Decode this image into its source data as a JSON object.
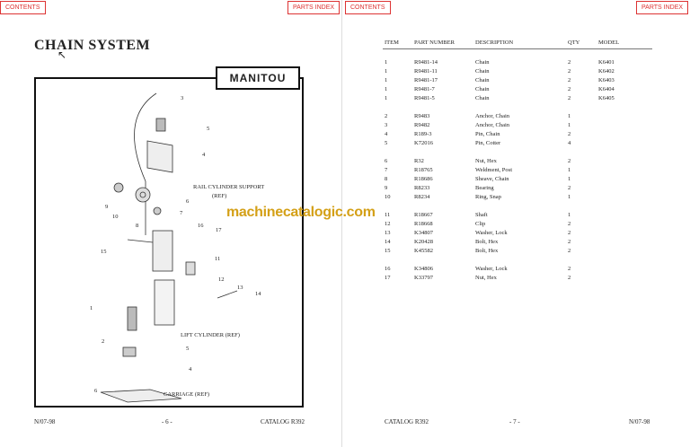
{
  "nav": {
    "contents": "CONTENTS",
    "parts_index": "PARTS INDEX"
  },
  "left_page": {
    "title": "CHAIN SYSTEM",
    "logo": "MANITOU",
    "footer": {
      "date": "N/07-98",
      "page": "- 6 -",
      "catalog": "CATALOG R392"
    }
  },
  "right_page": {
    "footer": {
      "catalog": "CATALOG R392",
      "page": "- 7 -",
      "date": "N/07-98"
    }
  },
  "diagram": {
    "callouts": [
      "3",
      "5",
      "4",
      "9",
      "10",
      "8",
      "6",
      "7",
      "16",
      "17",
      "15",
      "11",
      "12",
      "13",
      "14",
      "1",
      "2",
      "5",
      "4",
      "6"
    ],
    "labels": [
      "RAIL CYLINDER SUPPORT",
      "(REF)",
      "LIFT CYLINDER (REF)",
      "CARRIAGE (REF)"
    ]
  },
  "watermark": "machinecatalogic.com",
  "table": {
    "headers": [
      "ITEM",
      "PART NUMBER",
      "DESCRIPTION",
      "QTY",
      "MODEL"
    ],
    "rows": [
      [
        "1",
        "R9481-14",
        "Chain",
        "2",
        "K6401"
      ],
      [
        "1",
        "R9481-11",
        "Chain",
        "2",
        "K6402"
      ],
      [
        "1",
        "R9481-17",
        "Chain",
        "2",
        "K6403"
      ],
      [
        "1",
        "R9481-7",
        "Chain",
        "2",
        "K6404"
      ],
      [
        "1",
        "R9481-5",
        "Chain",
        "2",
        "K6405"
      ],
      [
        "2",
        "R9483",
        "Anchor, Chain",
        "1",
        ""
      ],
      [
        "3",
        "R9482",
        "Anchor, Chain",
        "1",
        ""
      ],
      [
        "4",
        "R189-3",
        "Pin, Chain",
        "2",
        ""
      ],
      [
        "5",
        "K72016",
        "Pin, Cotter",
        "4",
        ""
      ],
      [
        "6",
        "R32",
        "Nut, Hex",
        "2",
        ""
      ],
      [
        "7",
        "R18765",
        "Weldment, Post",
        "1",
        ""
      ],
      [
        "8",
        "R18686",
        "Sheave, Chain",
        "1",
        ""
      ],
      [
        "9",
        "R8233",
        "Bearing",
        "2",
        ""
      ],
      [
        "10",
        "R8234",
        "Ring, Snap",
        "1",
        ""
      ],
      [
        "11",
        "R18667",
        "Shaft",
        "1",
        ""
      ],
      [
        "12",
        "R18668",
        "Clip",
        "2",
        ""
      ],
      [
        "13",
        "K34807",
        "Washer, Lock",
        "2",
        ""
      ],
      [
        "14",
        "K20428",
        "Bolt, Hex",
        "2",
        ""
      ],
      [
        "15",
        "K45582",
        "Bolt, Hex",
        "2",
        ""
      ],
      [
        "16",
        "K34806",
        "Washer, Lock",
        "2",
        ""
      ],
      [
        "17",
        "K33797",
        "Nut, Hex",
        "2",
        ""
      ]
    ]
  }
}
